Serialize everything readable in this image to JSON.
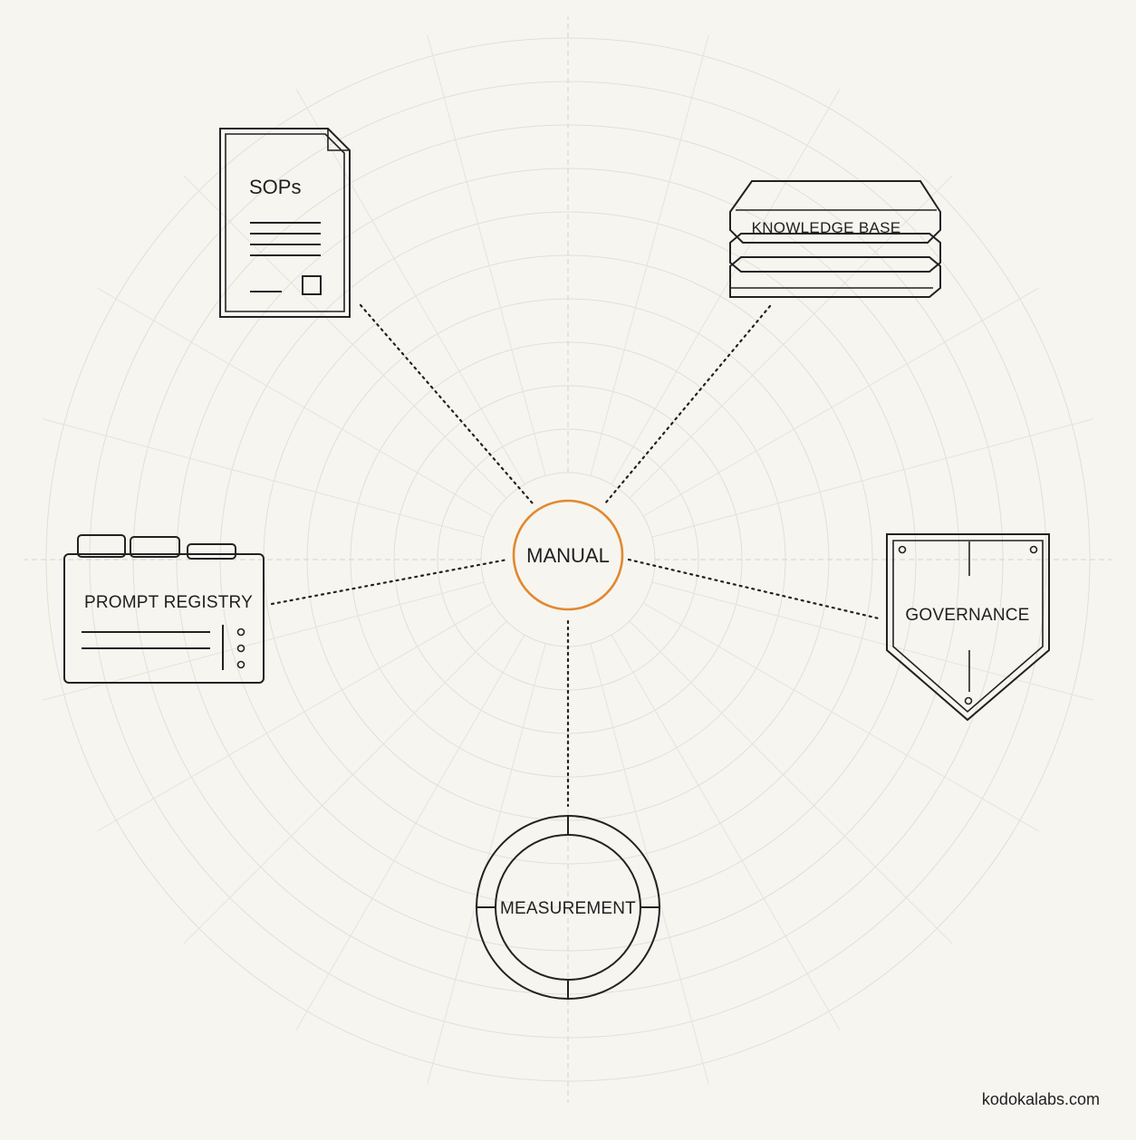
{
  "diagram": {
    "center": {
      "label": "MANUAL",
      "accent_color": "#e0892f"
    },
    "nodes": {
      "sops": {
        "label": "SOPs",
        "icon": "document-icon"
      },
      "knowledge_base": {
        "label": "KNOWLEDGE BASE",
        "icon": "stacked-layers-icon"
      },
      "prompt_registry": {
        "label": "PROMPT REGISTRY",
        "icon": "file-tray-icon"
      },
      "governance": {
        "label": "GOVERNANCE",
        "icon": "shield-icon"
      },
      "measurement": {
        "label": "MEASUREMENT",
        "icon": "dial-ring-icon"
      }
    },
    "connector_style": "dotted"
  },
  "footer": {
    "site": "kodokalabs.com"
  },
  "colors": {
    "background": "#f7f5f0",
    "ink": "#222222",
    "grid": "#e2dfd8"
  }
}
